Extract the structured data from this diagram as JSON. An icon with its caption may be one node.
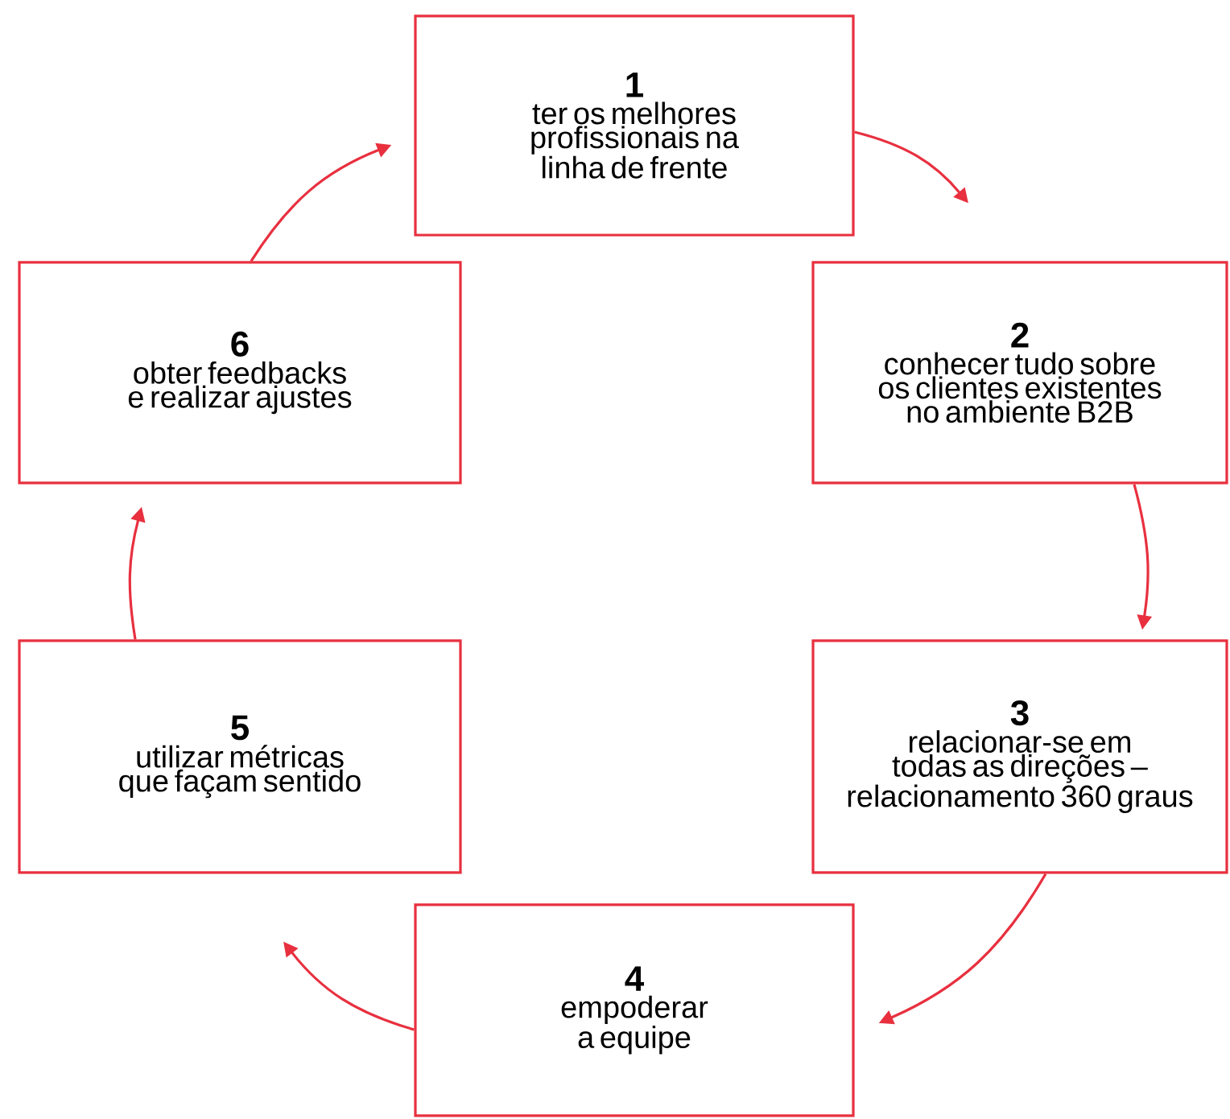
{
  "diagram": {
    "nodes": [
      {
        "text": [
          "1",
          "ter os melhores profissionais na linha de frente"
        ]
      },
      {
        "text": [
          "2",
          "conhecer tudo sobre os clientes existentes no ambiente B2B"
        ]
      },
      {
        "text": [
          "3",
          "relacionar-se em todas as direções – relacionamento 360 graus"
        ]
      },
      {
        "text": [
          "4",
          "empoderar a equipe"
        ]
      },
      {
        "text": [
          "5",
          "utilizar métricas que façam sentido"
        ]
      },
      {
        "text": [
          "6",
          "obter feedbacks e realizar ajustes"
        ]
      }
    ],
    "edges": [
      {
        "from": 0,
        "to": 1,
        "arrow": "to"
      },
      {
        "from": 1,
        "to": 2,
        "arrow": "to"
      },
      {
        "from": 2,
        "to": 3,
        "arrow": "to"
      },
      {
        "from": 3,
        "to": 4,
        "arrow": "to"
      },
      {
        "from": 4,
        "to": 5,
        "arrow": "to"
      },
      {
        "from": 5,
        "to": 0,
        "arrow": "to"
      }
    ]
  }
}
